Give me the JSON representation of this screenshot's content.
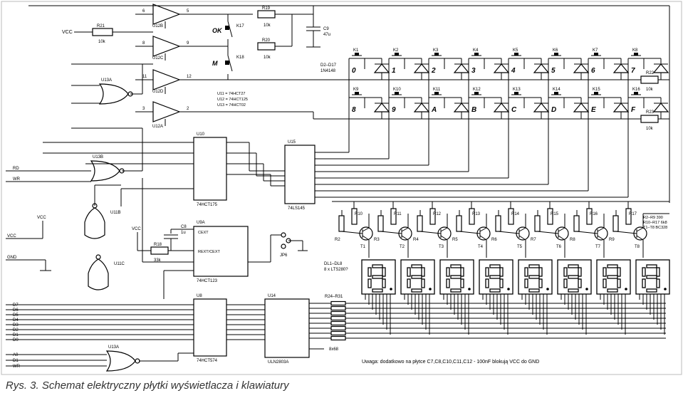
{
  "caption": "Rys. 3. Schemat elektryczny płytki wyświetlacza i klawiatury",
  "chips": {
    "u10": {
      "ref": "U10",
      "part": "74HCT175"
    },
    "u15": {
      "ref": "U15",
      "part": "74LS145"
    },
    "u9": {
      "ref": "U9A",
      "part": "74HCT123",
      "cext": "CEXT",
      "rext": "REXT/CEXT"
    },
    "u8": {
      "ref": "U8",
      "part": "74HCT574"
    },
    "u14": {
      "ref": "U14",
      "part": "ULN2803A"
    }
  },
  "gates": [
    {
      "ref": "U12B",
      "in": "6",
      "out": "5"
    },
    {
      "ref": "U12C",
      "in": "8",
      "out": "9"
    },
    {
      "ref": "U12D",
      "in": "11",
      "out": "12"
    },
    {
      "ref": "U12A",
      "in": "3",
      "out": "2"
    }
  ],
  "logic_gates": [
    {
      "ref": "U13A"
    },
    {
      "ref": "U13B"
    },
    {
      "ref": "U11B"
    },
    {
      "ref": "U11C"
    },
    {
      "ref": "U13A"
    }
  ],
  "legend_parts": [
    "U11 = 74HCT27",
    "U12 = 74HCT125",
    "U13 = 74HCT02"
  ],
  "resistors_top": {
    "r21": "R21",
    "r21v": "10k",
    "r19": "R19",
    "r19v": "10k",
    "r20": "R20",
    "r20v": "10k"
  },
  "cap_c9": {
    "ref": "C9",
    "value": "47u"
  },
  "switches": [
    {
      "ref": "K17",
      "label": "OK"
    },
    {
      "ref": "K18",
      "label": "M"
    }
  ],
  "diodes_note": {
    "ref": "D2–D17",
    "part": "1N4148"
  },
  "keys_row1": [
    {
      "ref": "K1",
      "label": "0"
    },
    {
      "ref": "K2",
      "label": "1"
    },
    {
      "ref": "K3",
      "label": "2"
    },
    {
      "ref": "K4",
      "label": "3"
    },
    {
      "ref": "K5",
      "label": "4"
    },
    {
      "ref": "K6",
      "label": "5"
    },
    {
      "ref": "K7",
      "label": "6"
    },
    {
      "ref": "K8",
      "label": "7"
    }
  ],
  "keys_row2": [
    {
      "ref": "K9",
      "label": "8"
    },
    {
      "ref": "K10",
      "label": "9"
    },
    {
      "ref": "K11",
      "label": "A"
    },
    {
      "ref": "K12",
      "label": "B"
    },
    {
      "ref": "K13",
      "label": "C"
    },
    {
      "ref": "K14",
      "label": "D"
    },
    {
      "ref": "K15",
      "label": "E"
    },
    {
      "ref": "K16",
      "label": "F"
    }
  ],
  "pullups": [
    {
      "ref": "R22",
      "value": "10k"
    },
    {
      "ref": "R23",
      "value": "10k"
    }
  ],
  "transistors": [
    {
      "r": "R2",
      "rb": "R10",
      "t": "T1"
    },
    {
      "r": "R3",
      "rb": "R11",
      "t": "T2"
    },
    {
      "r": "R4",
      "rb": "R12",
      "t": "T3"
    },
    {
      "r": "R5",
      "rb": "R13",
      "t": "T4"
    },
    {
      "r": "R6",
      "rb": "R14",
      "t": "T5"
    },
    {
      "r": "R7",
      "rb": "R15",
      "t": "T6"
    },
    {
      "r": "R8",
      "rb": "R16",
      "t": "T7"
    },
    {
      "r": "R9",
      "rb": "R17",
      "t": "T8"
    }
  ],
  "parts_note": [
    "R2–R9 390",
    "R10–R17 6k8",
    "T1–T8 BC328"
  ],
  "display_note": {
    "ref": "DL1–DL8",
    "part": "8 x LTS280?"
  },
  "seg_resistors": {
    "ref": "R24–R31",
    "value": "8x68"
  },
  "inputs": {
    "rd": "RD",
    "wr": "WR",
    "vcc": "VCC",
    "gnd": "GND",
    "ports": [
      "D0",
      "D1",
      "D2",
      "D3",
      "D4",
      "D5",
      "D6",
      "D7"
    ],
    "a0": "A0",
    "a1": "D1",
    "wr2": "WR"
  },
  "misc": {
    "c8": "C8",
    "c8v": "1u",
    "r18": "R18",
    "r18v": "33k",
    "jp6": "JP6",
    "vcc_lbl": "VCC"
  },
  "note": "Uwaga: dodatkowo na płytce C7,C8,C10,C11,C12 - 100nF blokują VCC do GND"
}
